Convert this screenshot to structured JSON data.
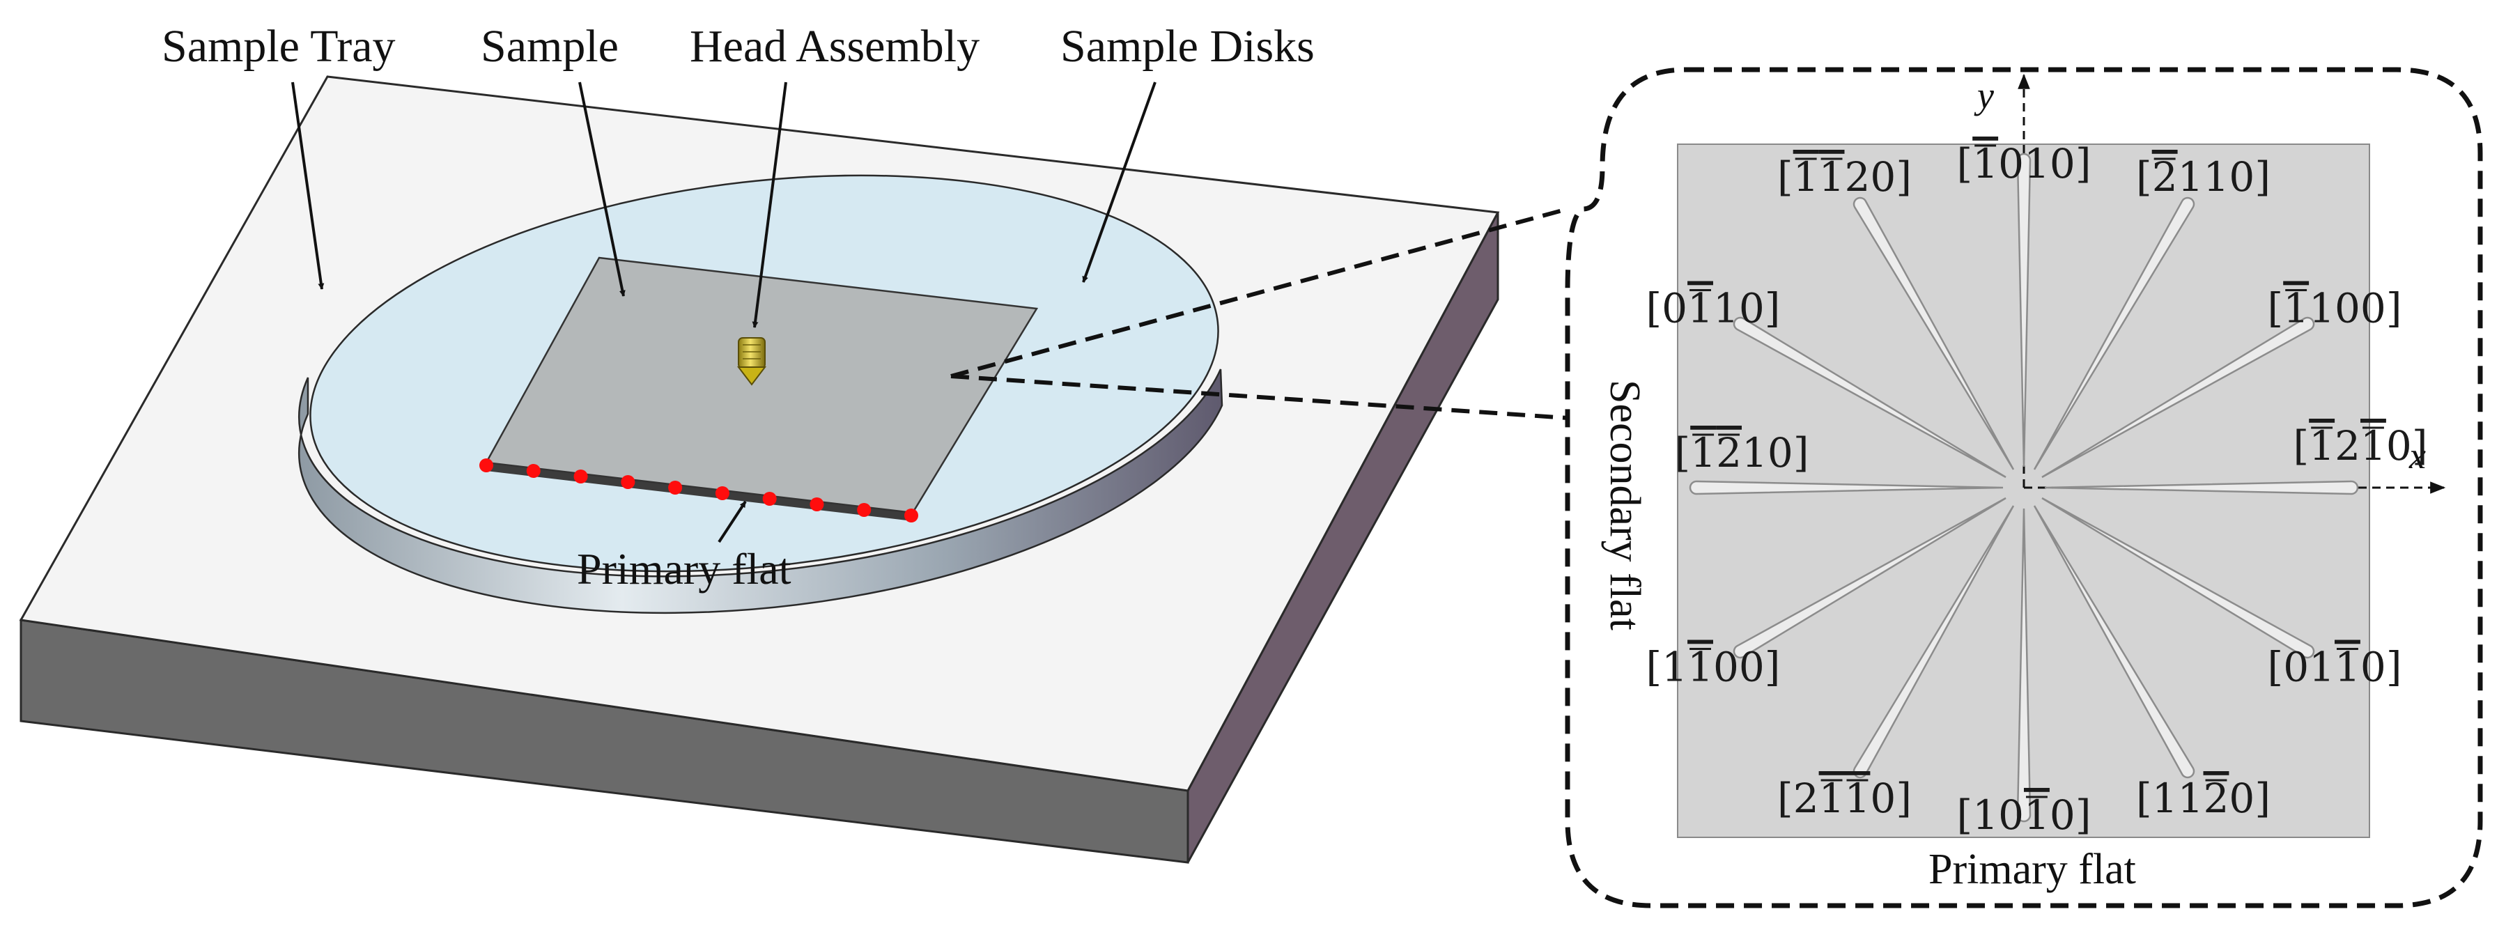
{
  "callouts": {
    "sample_tray": "Sample Tray",
    "sample": "Sample",
    "head_assembly": "Head Assembly",
    "sample_disks": "Sample Disks",
    "primary_flat_left": "Primary flat"
  },
  "detail": {
    "axis_x": "x",
    "axis_y": "y",
    "secondary_flat": "Secondary flat",
    "primary_flat": "Primary flat",
    "directions": [
      {
        "index": "[-1010]",
        "digits": [
          "1",
          "0",
          "1",
          "0"
        ],
        "bars": [
          true,
          false,
          false,
          false
        ],
        "angle_deg": 90
      },
      {
        "index": "[-2110]",
        "digits": [
          "2",
          "1",
          "1",
          "0"
        ],
        "bars": [
          true,
          false,
          false,
          false
        ],
        "angle_deg": 60
      },
      {
        "index": "[-1100]",
        "digits": [
          "1",
          "1",
          "0",
          "0"
        ],
        "bars": [
          true,
          false,
          false,
          false
        ],
        "angle_deg": 30
      },
      {
        "index": "[-12-10]",
        "digits": [
          "1",
          "2",
          "1",
          "0"
        ],
        "bars": [
          true,
          false,
          true,
          false
        ],
        "angle_deg": 0
      },
      {
        "index": "[01-10]",
        "digits": [
          "0",
          "1",
          "1",
          "0"
        ],
        "bars": [
          false,
          false,
          true,
          false
        ],
        "angle_deg": -30
      },
      {
        "index": "[11-20]",
        "digits": [
          "1",
          "1",
          "2",
          "0"
        ],
        "bars": [
          false,
          false,
          true,
          false
        ],
        "angle_deg": -60
      },
      {
        "index": "[10-10]",
        "digits": [
          "1",
          "0",
          "1",
          "0"
        ],
        "bars": [
          false,
          false,
          true,
          false
        ],
        "angle_deg": -90
      },
      {
        "index": "[2-1-10]",
        "digits": [
          "2",
          "1",
          "1",
          "0"
        ],
        "bars": [
          false,
          true,
          true,
          false
        ],
        "angle_deg": -120
      },
      {
        "index": "[1-100]",
        "digits": [
          "1",
          "1",
          "0",
          "0"
        ],
        "bars": [
          false,
          true,
          false,
          false
        ],
        "angle_deg": -150
      },
      {
        "index": "[-1-210]",
        "digits": [
          "1",
          "2",
          "1",
          "0"
        ],
        "bars": [
          true,
          true,
          false,
          false
        ],
        "angle_deg": 180
      },
      {
        "index": "[0-110]",
        "digits": [
          "0",
          "1",
          "1",
          "0"
        ],
        "bars": [
          false,
          true,
          false,
          false
        ],
        "angle_deg": 150
      },
      {
        "index": "[-1-120]",
        "digits": [
          "1",
          "1",
          "2",
          "0"
        ],
        "bars": [
          true,
          true,
          false,
          false
        ],
        "angle_deg": 120
      }
    ]
  },
  "colors": {
    "tray_top": "#f4f4f4",
    "tray_front": "#6a6a6a",
    "tray_side": "#6e5d6c",
    "disk_top": "#d6e9f2",
    "sample_top": "#b4b8b9",
    "head_gold": "#d8c11a",
    "flat_dots": "#ff0d0d",
    "detail_square": "#d4d4d4"
  },
  "icons": {
    "head": "probe-head-icon",
    "dot": "red-dot-icon"
  }
}
